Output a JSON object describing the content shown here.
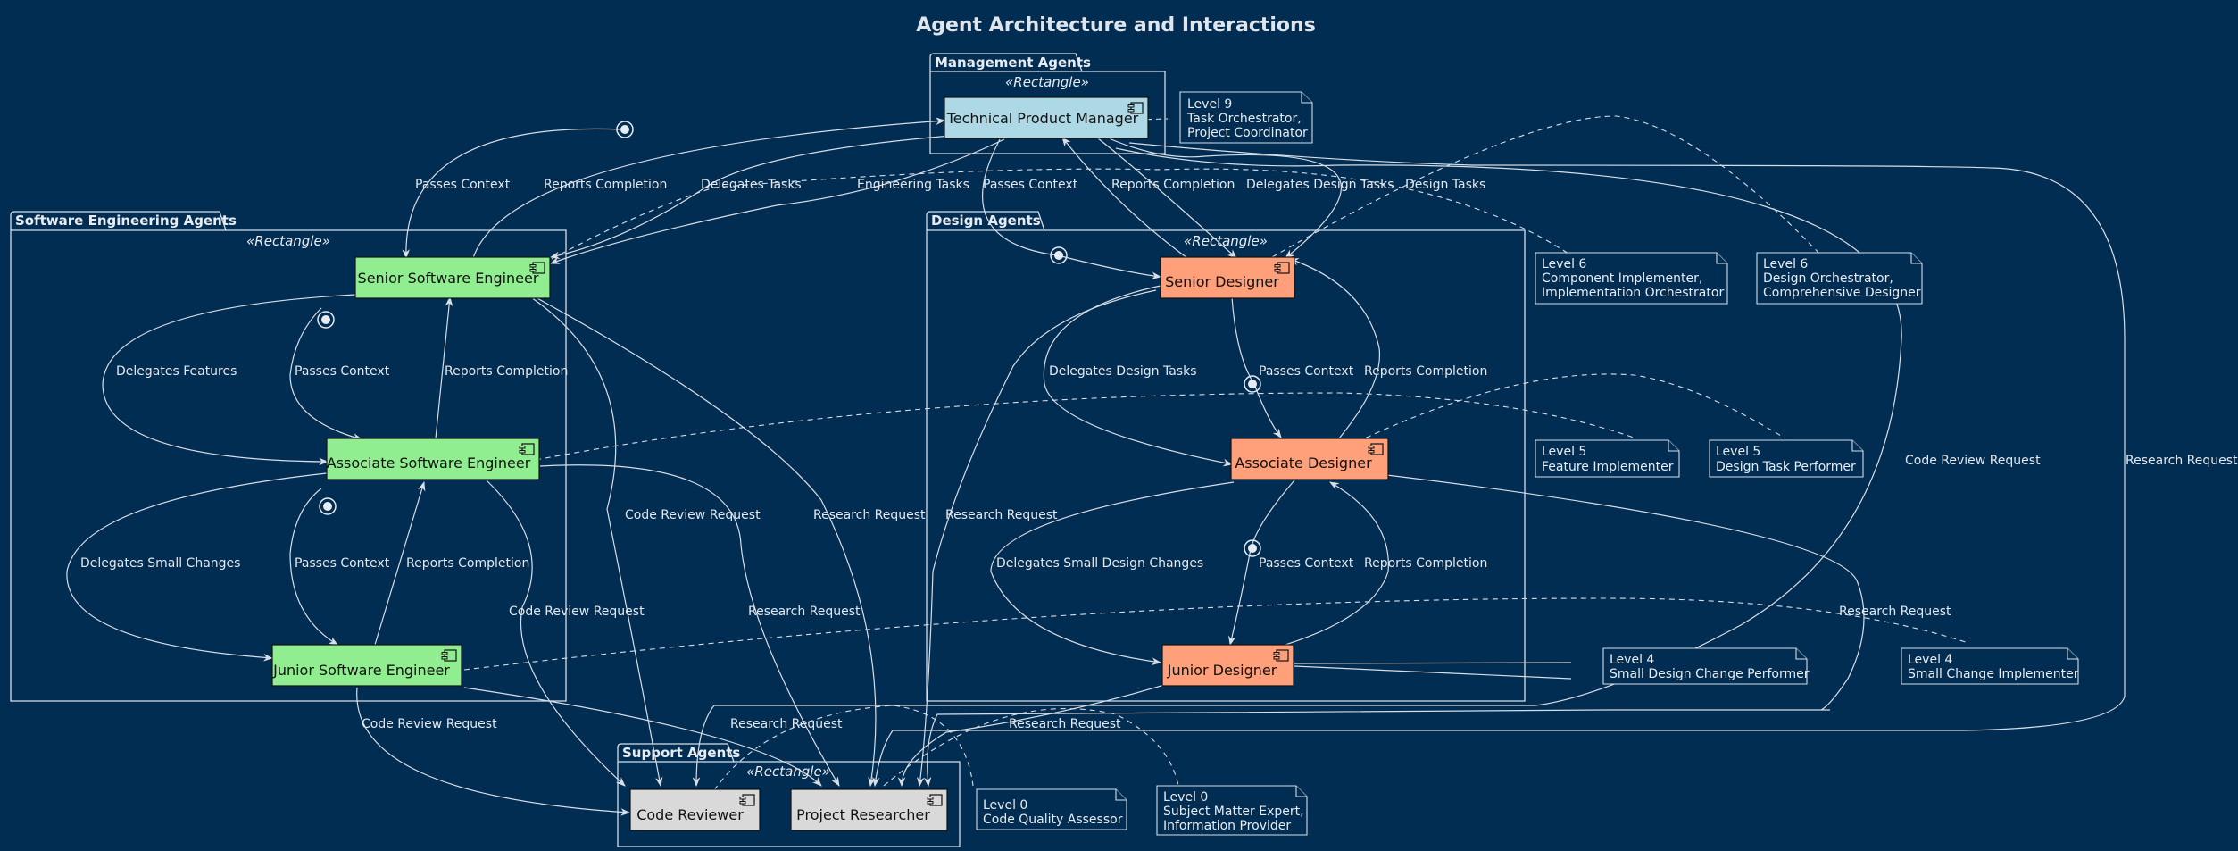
{
  "title": "Agent Architecture and Interactions",
  "colors": {
    "background": "#022d52",
    "management": "#add8e6",
    "engineering": "#90ee90",
    "design": "#ffa07a",
    "support": "#d9d9d9"
  },
  "packages": {
    "management": {
      "title": "Management Agents",
      "stereotype": "«Rectangle»"
    },
    "engineering": {
      "title": "Software Engineering Agents",
      "stereotype": "«Rectangle»"
    },
    "design": {
      "title": "Design Agents",
      "stereotype": "«Rectangle»"
    },
    "support": {
      "title": "Support Agents",
      "stereotype": "«Rectangle»"
    }
  },
  "components": {
    "tpm": "Technical Product Manager",
    "sse": "Senior Software Engineer",
    "ase": "Associate Software Engineer",
    "jse": "Junior Software Engineer",
    "sd": "Senior Designer",
    "ad": "Associate Designer",
    "jd": "Junior Designer",
    "cr": "Code Reviewer",
    "pr": "Project Researcher"
  },
  "edge_labels": {
    "passes_context": "Passes Context",
    "reports_completion": "Reports Completion",
    "delegates_tasks": "Delegates Tasks",
    "engineering_tasks": "Engineering Tasks",
    "delegates_design_tasks": "Delegates Design Tasks",
    "design_tasks": "Design Tasks",
    "delegates_features": "Delegates Features",
    "delegates_small_changes": "Delegates Small Changes",
    "delegates_small_design_changes": "Delegates Small Design Changes",
    "code_review_request": "Code Review Request",
    "research_request": "Research Request"
  },
  "notes": {
    "tpm": [
      "Level 9",
      "Task Orchestrator,",
      "Project Coordinator"
    ],
    "sse": [
      "Level 6",
      "Component Implementer,",
      "Implementation Orchestrator"
    ],
    "sd": [
      "Level 6",
      "Design Orchestrator,",
      "Comprehensive Designer"
    ],
    "ase": [
      "Level 5",
      "Feature Implementer"
    ],
    "ad": [
      "Level 5",
      "Design Task Performer"
    ],
    "jd": [
      "Level 4",
      "Small Design Change Performer"
    ],
    "jse": [
      "Level 4",
      "Small Change Implementer"
    ],
    "cr": [
      "Level 0",
      "Code Quality Assessor"
    ],
    "pr": [
      "Level 0",
      "Subject Matter Expert,",
      "Information Provider"
    ]
  }
}
